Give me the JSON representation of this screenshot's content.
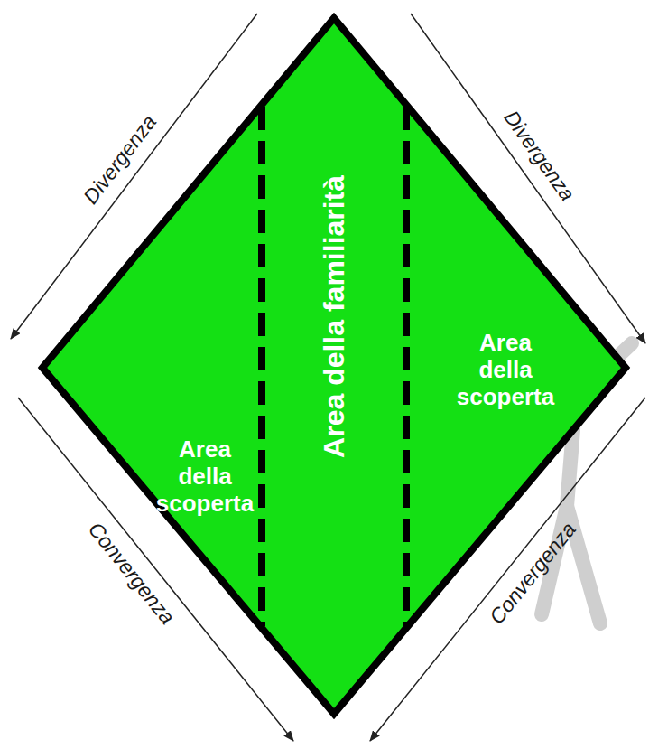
{
  "diagram": {
    "nodes": [
      {
        "text": [
          "Area della scoperta"
        ]
      },
      {
        "text": [
          "Area della familiarità"
        ]
      },
      {
        "text": [
          "Area della scoperta"
        ]
      }
    ],
    "labels": [
      "Divergenza",
      "Divergenza",
      "Convergenza",
      "Convergenza"
    ]
  }
}
